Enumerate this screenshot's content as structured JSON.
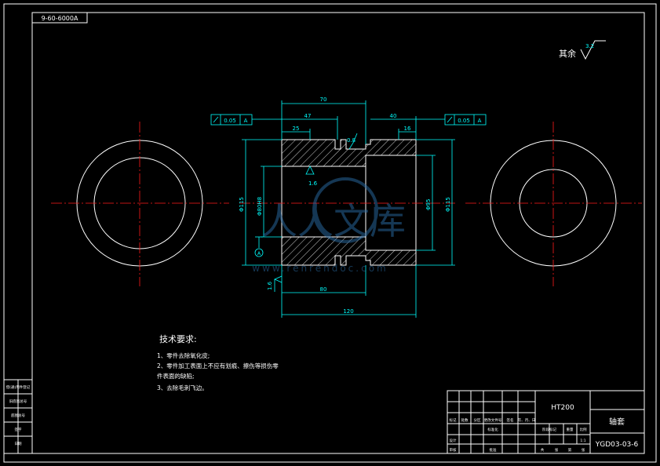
{
  "drawing": {
    "code_box": "9-60-6000A",
    "finish_note": "其余",
    "finish_value": "3.2",
    "roughness_bore": "1.6",
    "roughness_groove": "0.8",
    "roughness_left": "1.6",
    "tolerance_left": {
      "value": "0.05",
      "datum": "A"
    },
    "tolerance_right": {
      "value": "0.05",
      "datum": "A"
    },
    "datum_label": "A",
    "dims": {
      "d70": "70",
      "d47": "47",
      "d25": "25",
      "d40": "40",
      "d16": "16",
      "d80": "80",
      "d120": "120",
      "dia_left_outer": "Φ115",
      "dia_left_bore": "Φ80H8",
      "dia_right_bore": "Φ95",
      "dia_right_outer": "Φ115"
    }
  },
  "tech_requirements": {
    "title": "技术要求:",
    "items": [
      "1、零件去除氧化皮;",
      "2、零件加工表面上不应有划痕、擦伤等损伤零",
      "件表面的缺陷;",
      "3、去除毛刺飞边。"
    ]
  },
  "title_block": {
    "material": "HT200",
    "part_name": "轴套",
    "drawing_no": "YGD03-03-6",
    "scale": "1:1",
    "row_labels": [
      "标记",
      "处数",
      "分区",
      "更改文件号",
      "签名",
      "年、月、日"
    ],
    "small_labels": [
      "设计",
      "审核",
      "工艺",
      "批准",
      "标准化"
    ],
    "stage_labels": [
      "阶段标记",
      "重量",
      "比例"
    ],
    "sheet_labels": [
      "共",
      "张",
      "第",
      "张"
    ]
  },
  "side_table": {
    "rows": [
      "借(通)用件登记",
      "旧底图总号",
      "底图总号",
      "签字",
      "日期"
    ]
  },
  "watermark": {
    "brand": "人人文库",
    "url": "www.renrendoc.com"
  }
}
